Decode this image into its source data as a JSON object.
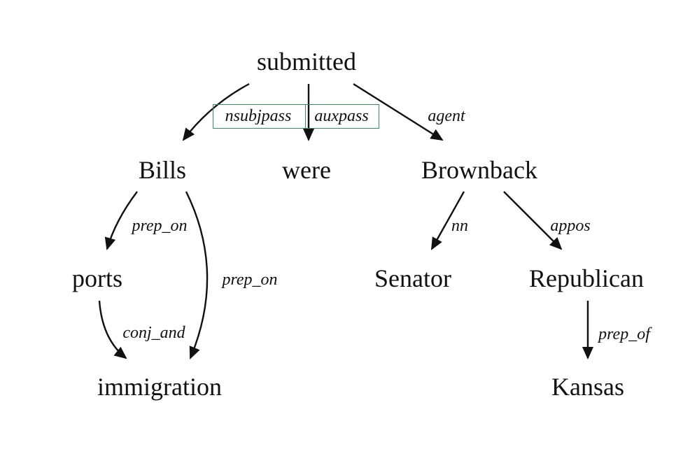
{
  "nodes": {
    "submitted": "submitted",
    "bills": "Bills",
    "were": "were",
    "brownback": "Brownback",
    "ports": "ports",
    "senator": "Senator",
    "republican": "Republican",
    "immigration": "immigration",
    "kansas": "Kansas"
  },
  "edges": {
    "nsubjpass": "nsubjpass",
    "auxpass": "auxpass",
    "agent": "agent",
    "prep_on_ports": "prep_on",
    "prep_on_immigration": "prep_on",
    "conj_and": "conj_and",
    "nn": "nn",
    "appos": "appos",
    "prep_of": "prep_of"
  },
  "colors": {
    "edge": "#111111",
    "highlight_box": "#3a8a5c"
  }
}
